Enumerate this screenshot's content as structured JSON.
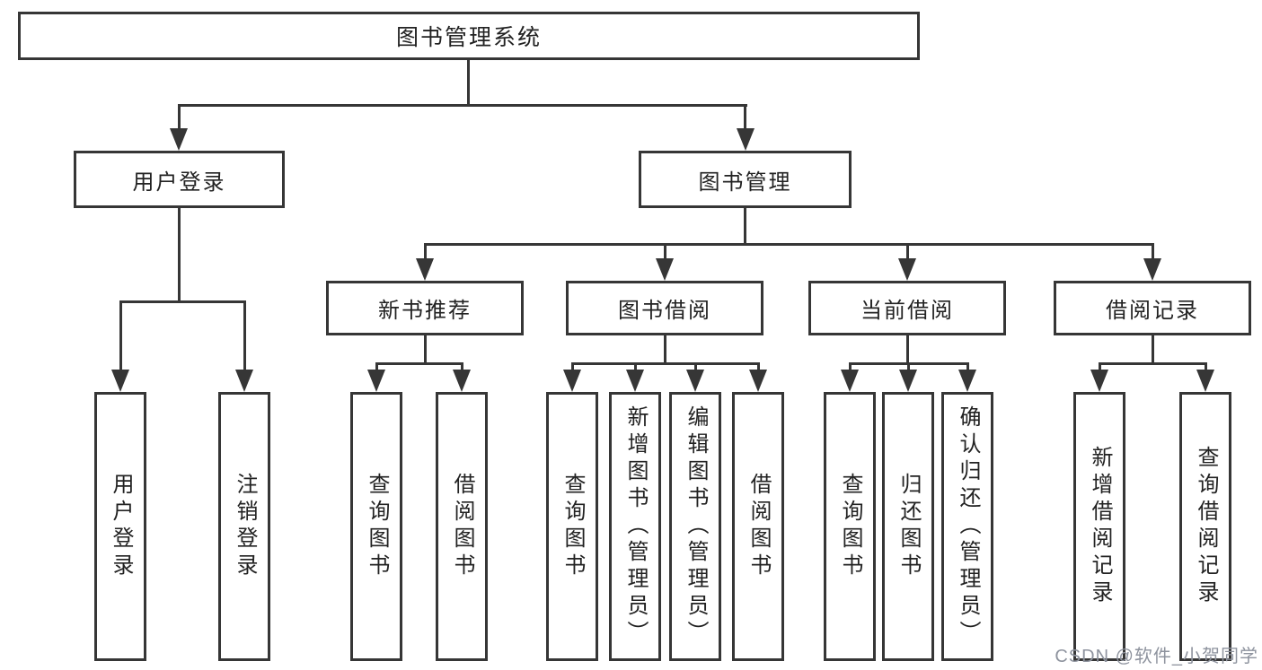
{
  "diagram": {
    "root": {
      "label": "图书管理系统"
    },
    "level2": {
      "user_login": {
        "label": "用户登录"
      },
      "book_management": {
        "label": "图书管理"
      }
    },
    "level3": {
      "new_book_recommend": {
        "label": "新书推荐"
      },
      "book_borrow": {
        "label": "图书借阅"
      },
      "current_borrow": {
        "label": "当前借阅"
      },
      "borrow_records": {
        "label": "借阅记录"
      }
    },
    "leaves": {
      "user_login": [
        "用户登录",
        "注销登录"
      ],
      "new_book_recommend": [
        "查询图书",
        "借阅图书"
      ],
      "book_borrow": [
        "查询图书",
        "新增图书（管理员）",
        "编辑图书（管理员）",
        "借阅图书"
      ],
      "current_borrow": [
        "查询图书",
        "归还图书",
        "确认归还（管理员）"
      ],
      "borrow_records": [
        "新增借阅记录",
        "查询借阅记录"
      ]
    },
    "colors": {
      "line": "#363636",
      "text": "#222222",
      "background": "#ffffff",
      "watermark_text": "#8e939e"
    },
    "watermark": "CSDN @软件_小贺同学"
  }
}
